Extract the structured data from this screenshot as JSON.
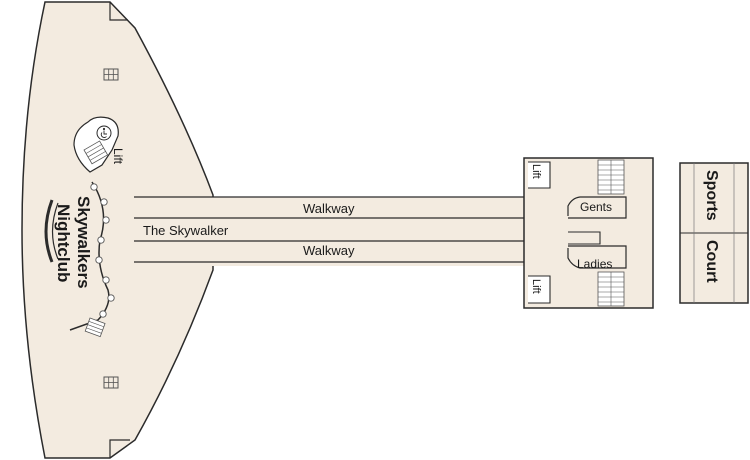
{
  "colors": {
    "floor": "#f3ebe0",
    "outline": "#2b2b2b",
    "text": "#1a1a1a",
    "background": "#ffffff"
  },
  "deck_plan": {
    "nightclub": {
      "name_line1": "Skywalkers",
      "name_line2": "Nightclub",
      "lift_label": "Lift",
      "icons": [
        "accessible-icon",
        "window-icon"
      ]
    },
    "corridors": {
      "walkway_top": "Walkway",
      "center": "The Skywalker",
      "walkway_bottom": "Walkway"
    },
    "service_block": {
      "lift_top": "Lift",
      "lift_bottom": "Lift",
      "gents": "Gents",
      "ladies": "Ladies"
    },
    "sports_court": {
      "line1": "Sports",
      "line2": "Court"
    }
  }
}
